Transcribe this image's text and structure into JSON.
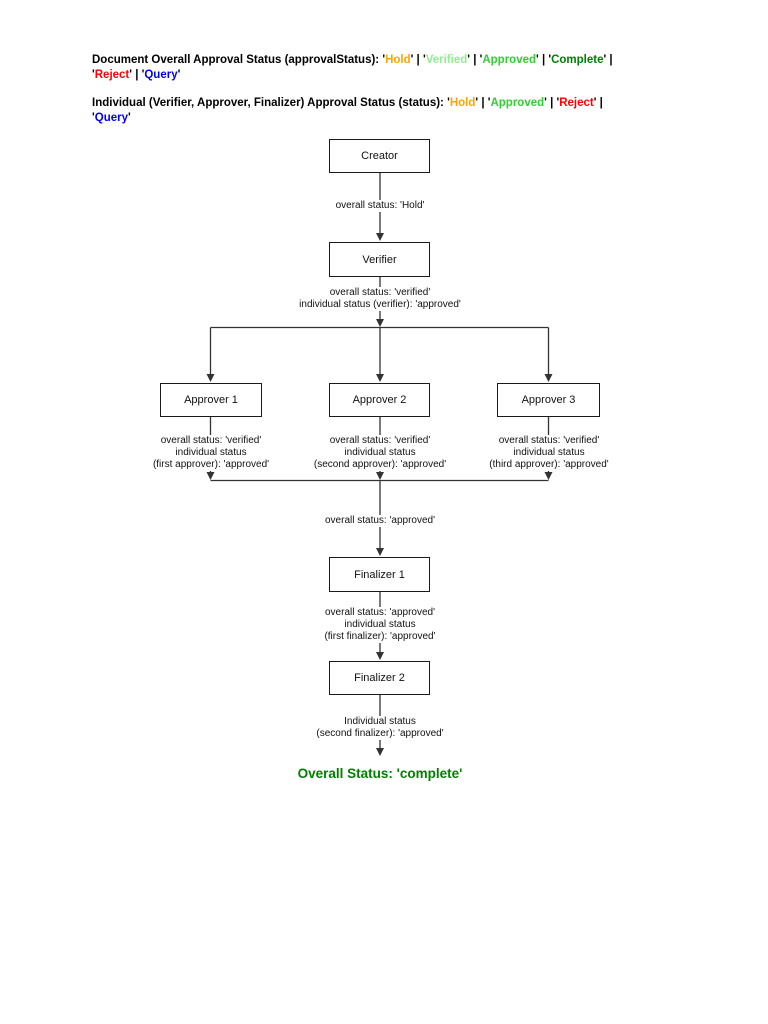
{
  "headings": {
    "doc_status": {
      "lines": [
        {
          "segments": [
            {
              "text": "Document Overall Approval Status (approvalStatus): '",
              "color": "#000000"
            },
            {
              "text": "Hold",
              "color": "#FFA500"
            },
            {
              "text": "' | '",
              "color": "#000000"
            },
            {
              "text": "Verified",
              "color": "#90EE90"
            },
            {
              "text": "' | '",
              "color": "#000000"
            },
            {
              "text": "Approved",
              "color": "#32CD32"
            },
            {
              "text": "' | '",
              "color": "#000000"
            },
            {
              "text": "Complete",
              "color": "#008000"
            },
            {
              "text": "' |",
              "color": "#000000"
            }
          ]
        },
        {
          "segments": [
            {
              "text": "'",
              "color": "#000000"
            },
            {
              "text": "Reject",
              "color": "#FF0000"
            },
            {
              "text": "' | '",
              "color": "#000000"
            },
            {
              "text": "Query",
              "color": "#0000FF"
            },
            {
              "text": "'",
              "color": "#000000"
            }
          ]
        }
      ]
    },
    "individual_status": {
      "lines": [
        {
          "segments": [
            {
              "text": "Individual (Verifier, Approver, Finalizer) Approval Status (status): '",
              "color": "#000000"
            },
            {
              "text": "Hold",
              "color": "#FFA500"
            },
            {
              "text": "' | '",
              "color": "#000000"
            },
            {
              "text": "Approved",
              "color": "#32CD32"
            },
            {
              "text": "' | '",
              "color": "#000000"
            },
            {
              "text": "Reject",
              "color": "#FF0000"
            },
            {
              "text": "' |",
              "color": "#000000"
            }
          ]
        },
        {
          "segments": [
            {
              "text": "'",
              "color": "#000000"
            },
            {
              "text": "Query",
              "color": "#0000FF"
            },
            {
              "text": "'",
              "color": "#000000"
            }
          ]
        }
      ]
    }
  },
  "flowchart": {
    "nodes": {
      "creator": {
        "label": "Creator"
      },
      "verifier": {
        "label": "Verifier"
      },
      "approver1": {
        "label": "Approver 1"
      },
      "approver2": {
        "label": "Approver 2"
      },
      "approver3": {
        "label": "Approver 3"
      },
      "finalizer1": {
        "label": "Finalizer 1"
      },
      "finalizer2": {
        "label": "Finalizer 2"
      }
    },
    "edge_labels": {
      "creator_verifier": {
        "lines": [
          "overall status: 'Hold'"
        ]
      },
      "verifier_branch": {
        "lines": [
          "overall status: 'verified'",
          "individual status (verifier): 'approved'"
        ]
      },
      "approver1_out": {
        "lines": [
          "overall status: 'verified'",
          "individual status",
          "(first approver): 'approved'"
        ]
      },
      "approver2_out": {
        "lines": [
          "overall status: 'verified'",
          "individual status",
          "(second approver): 'approved'"
        ]
      },
      "approver3_out": {
        "lines": [
          "overall status: 'verified'",
          "individual status",
          "(third approver): 'approved'"
        ]
      },
      "merge_finalizer1": {
        "lines": [
          "overall status: 'approved'"
        ]
      },
      "finalizer1_finalizer2": {
        "lines": [
          "overall status: 'approved'",
          "individual status",
          "(first finalizer): 'approved'"
        ]
      },
      "finalizer2_end": {
        "lines": [
          "Individual status",
          "(second finalizer): 'approved'"
        ]
      }
    },
    "end_label": {
      "text": "Overall Status: 'complete'",
      "color": "#008000"
    },
    "line_color": "#333333",
    "node_border_color": "#1a1a1a",
    "node_fill_color": "#ffffff"
  }
}
